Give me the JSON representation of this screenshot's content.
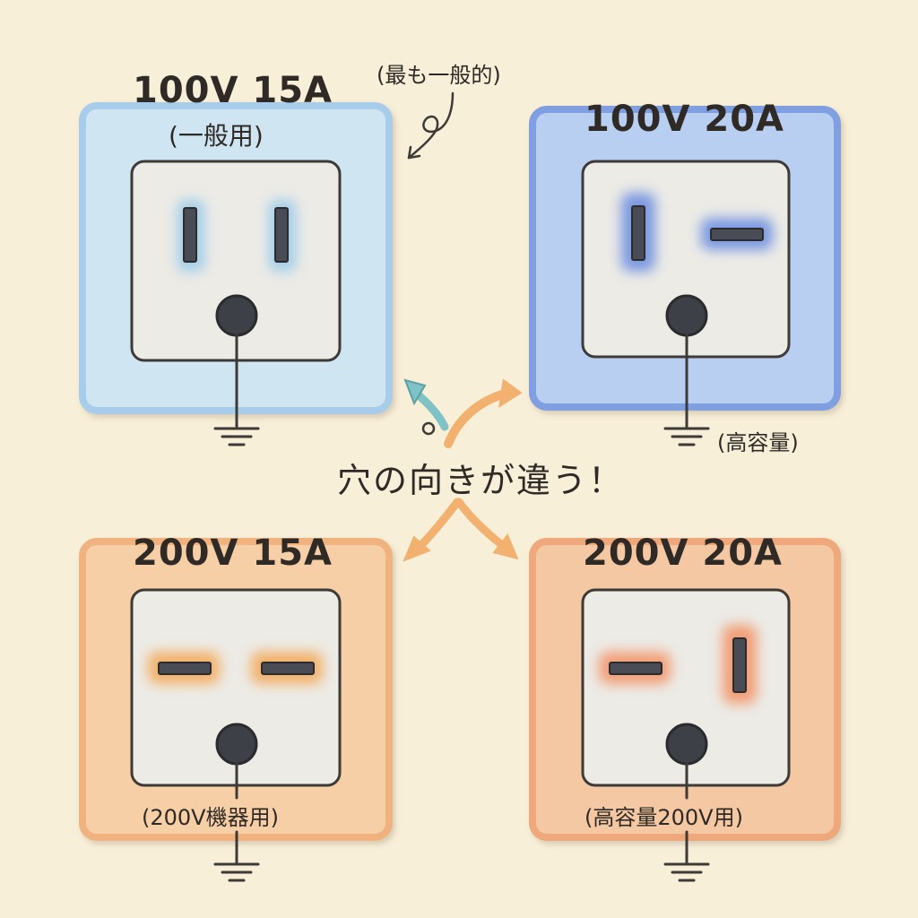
{
  "outlets": [
    {
      "id": "o100v15a",
      "title": "100V 15A",
      "subtitle": "(一般用)",
      "note": "(最も一般的)",
      "color": "#cfe6f2",
      "border": "#a8cdea",
      "glow": "#8fc6ea",
      "slots": [
        "vertical",
        "vertical"
      ],
      "icon": "ground-symbol"
    },
    {
      "id": "o100v20a",
      "title": "100V 20A",
      "subtitle": "",
      "note": "(高容量)",
      "color": "#b9cff1",
      "border": "#7f9fe0",
      "glow": "#5e84e0",
      "slots": [
        "vertical",
        "horizontal"
      ],
      "icon": "ground-symbol"
    },
    {
      "id": "o200v15a",
      "title": "200V 15A",
      "subtitle": "",
      "note": "(200V機器用)",
      "color": "#f7cfa6",
      "border": "#f0b37f",
      "glow": "#f5a24b",
      "slots": [
        "horizontal",
        "horizontal"
      ],
      "icon": "ground-symbol"
    },
    {
      "id": "o200v20a",
      "title": "200V 20A",
      "subtitle": "",
      "note": "(高容量200V用)",
      "color": "#f4c8a2",
      "border": "#eea87c",
      "glow": "#f48a5a",
      "slots": [
        "horizontal",
        "vertical"
      ],
      "icon": "ground-symbol"
    }
  ],
  "center_text": "穴の向きが違う！",
  "arrow_colors": [
    "#f2b16f",
    "#7fc3c7"
  ],
  "icons": [
    "ground-symbol",
    "arrow-icon",
    "curly-arrow-icon"
  ]
}
